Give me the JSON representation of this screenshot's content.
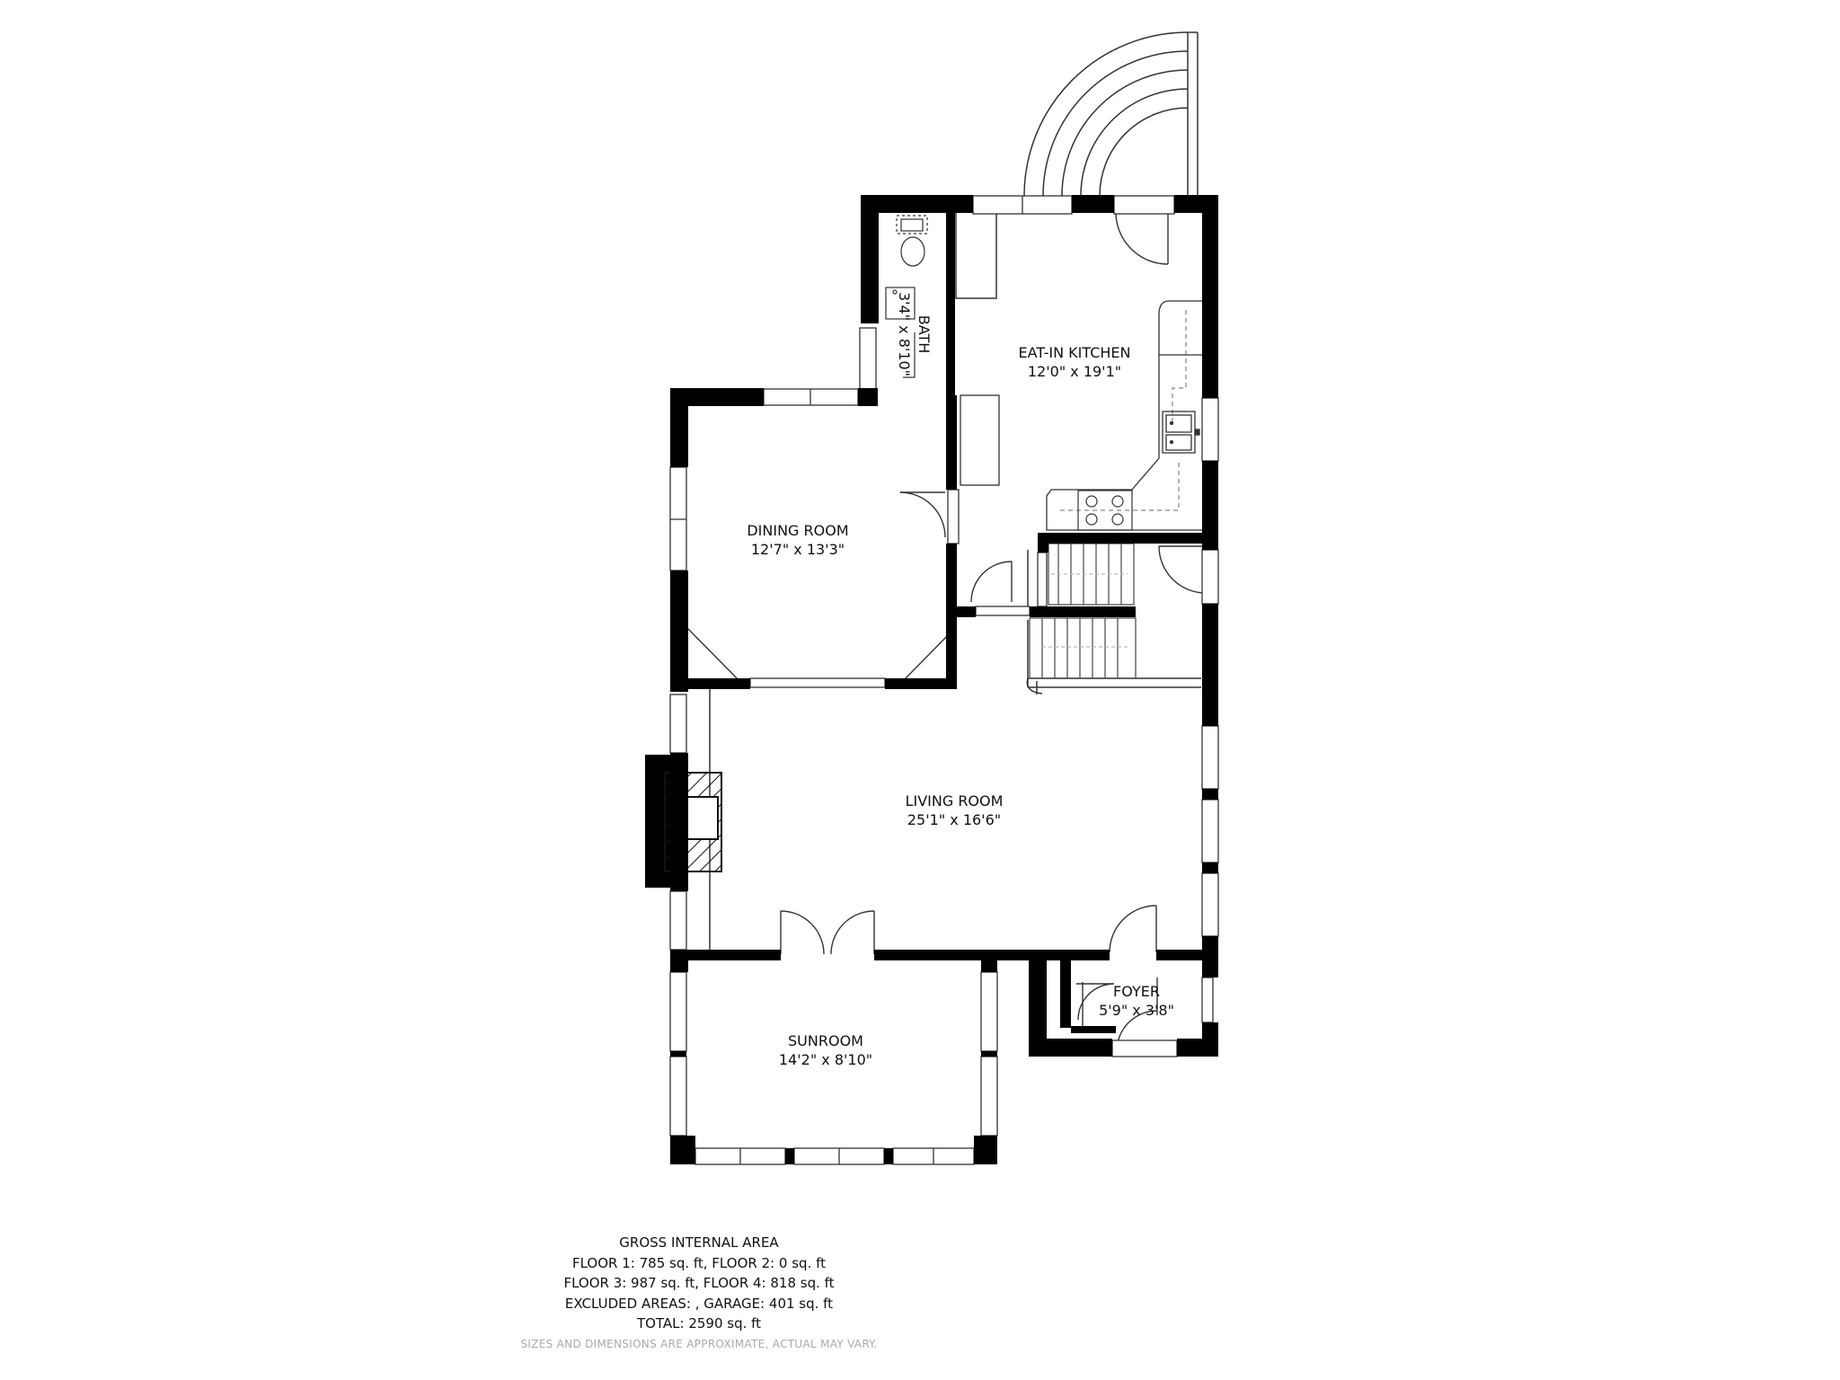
{
  "rooms": {
    "kitchen": {
      "name": "EAT-IN KITCHEN",
      "dims": "12'0\" x 19'1\""
    },
    "bath": {
      "name": "BATH",
      "dims": "3'4\" x 8'10\""
    },
    "dining": {
      "name": "DINING ROOM",
      "dims": "12'7\" x 13'3\""
    },
    "living": {
      "name": "LIVING ROOM",
      "dims": "25'1\" x 16'6\""
    },
    "sunroom": {
      "name": "SUNROOM",
      "dims": "14'2\" x 8'10\""
    },
    "foyer": {
      "name": "FOYER",
      "dims": "5'9\" x 3'8\""
    }
  },
  "area_summary": {
    "title": "GROSS INTERNAL AREA",
    "lines": [
      "FLOOR 1: 785 sq. ft, FLOOR 2: 0 sq. ft",
      "FLOOR 3: 987 sq. ft, FLOOR 4: 818 sq. ft",
      "EXCLUDED AREAS: , GARAGE: 401 sq. ft",
      "TOTAL: 2590 sq. ft"
    ],
    "disclaimer": "SIZES AND DIMENSIONS ARE APPROXIMATE, ACTUAL MAY VARY."
  },
  "colors": {
    "wall": "#000000",
    "line": "#333333",
    "background": "#ffffff",
    "disclaimer": "#a9a9a9"
  }
}
